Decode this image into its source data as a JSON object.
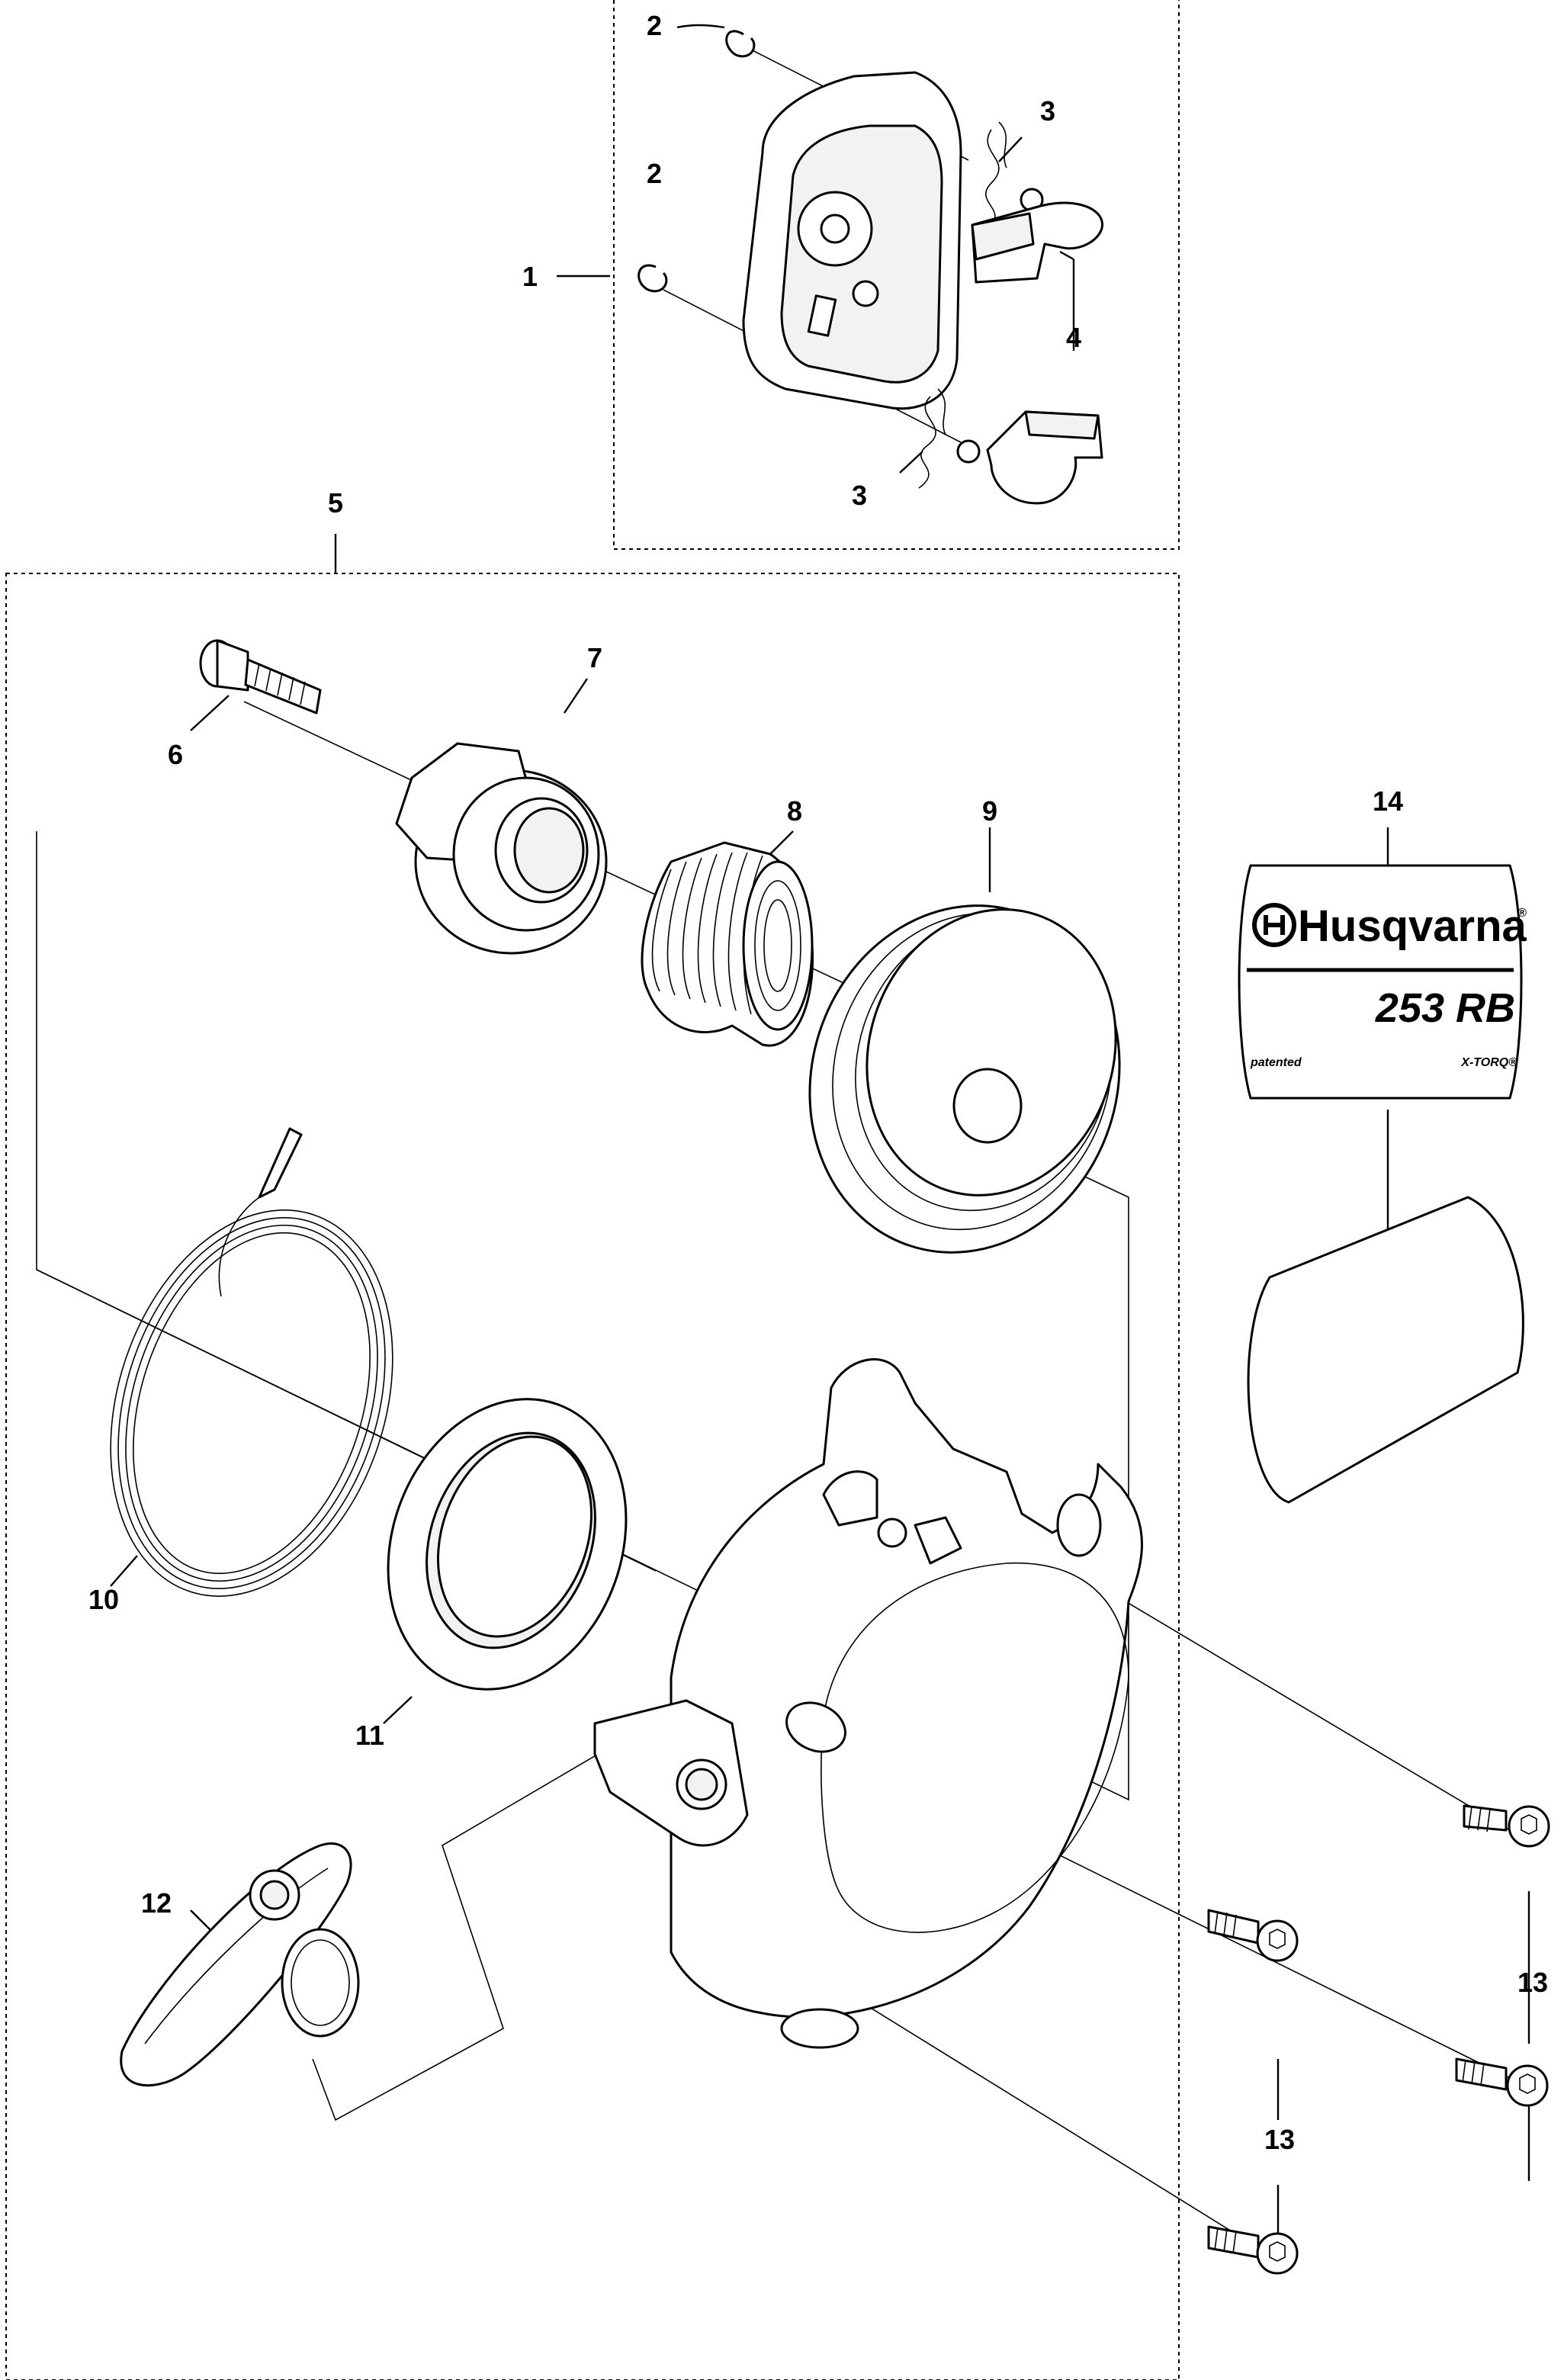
{
  "labels": {
    "p1": "1",
    "p2a": "2",
    "p2b": "2",
    "p3a": "3",
    "p3b": "3",
    "p4": "4",
    "p5": "5",
    "p6": "6",
    "p7": "7",
    "p8": "8",
    "p9": "9",
    "p10": "10",
    "p11": "11",
    "p12": "12",
    "p13a": "13",
    "p13b": "13",
    "p14": "14"
  },
  "decal": {
    "brand": "Husqvarna",
    "registered": "®",
    "model": "253 RB",
    "left_note": "patented",
    "right_note": "X-TORQ®"
  }
}
